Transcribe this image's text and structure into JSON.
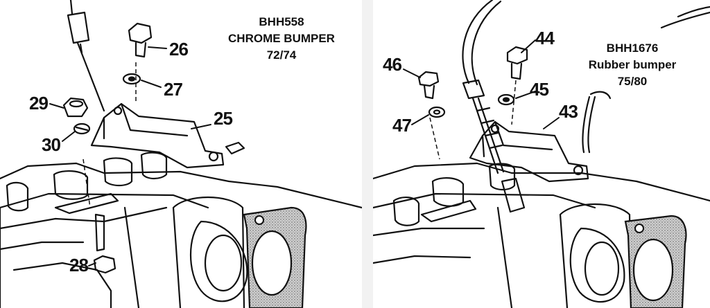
{
  "left_panel": {
    "caption": {
      "part": "BHH558",
      "desc": "CHROME BUMPER",
      "years": "72/74"
    },
    "callouts": [
      "26",
      "27",
      "25",
      "29",
      "30",
      "28"
    ]
  },
  "right_panel": {
    "caption": {
      "part": "BHH1676",
      "desc": "Rubber bumper",
      "years": "75/80"
    },
    "callouts": [
      "44",
      "46",
      "45",
      "43",
      "47"
    ]
  },
  "colors": {
    "ink": "#111111",
    "gasket": "#bbbbbb",
    "background": "#ffffff"
  }
}
